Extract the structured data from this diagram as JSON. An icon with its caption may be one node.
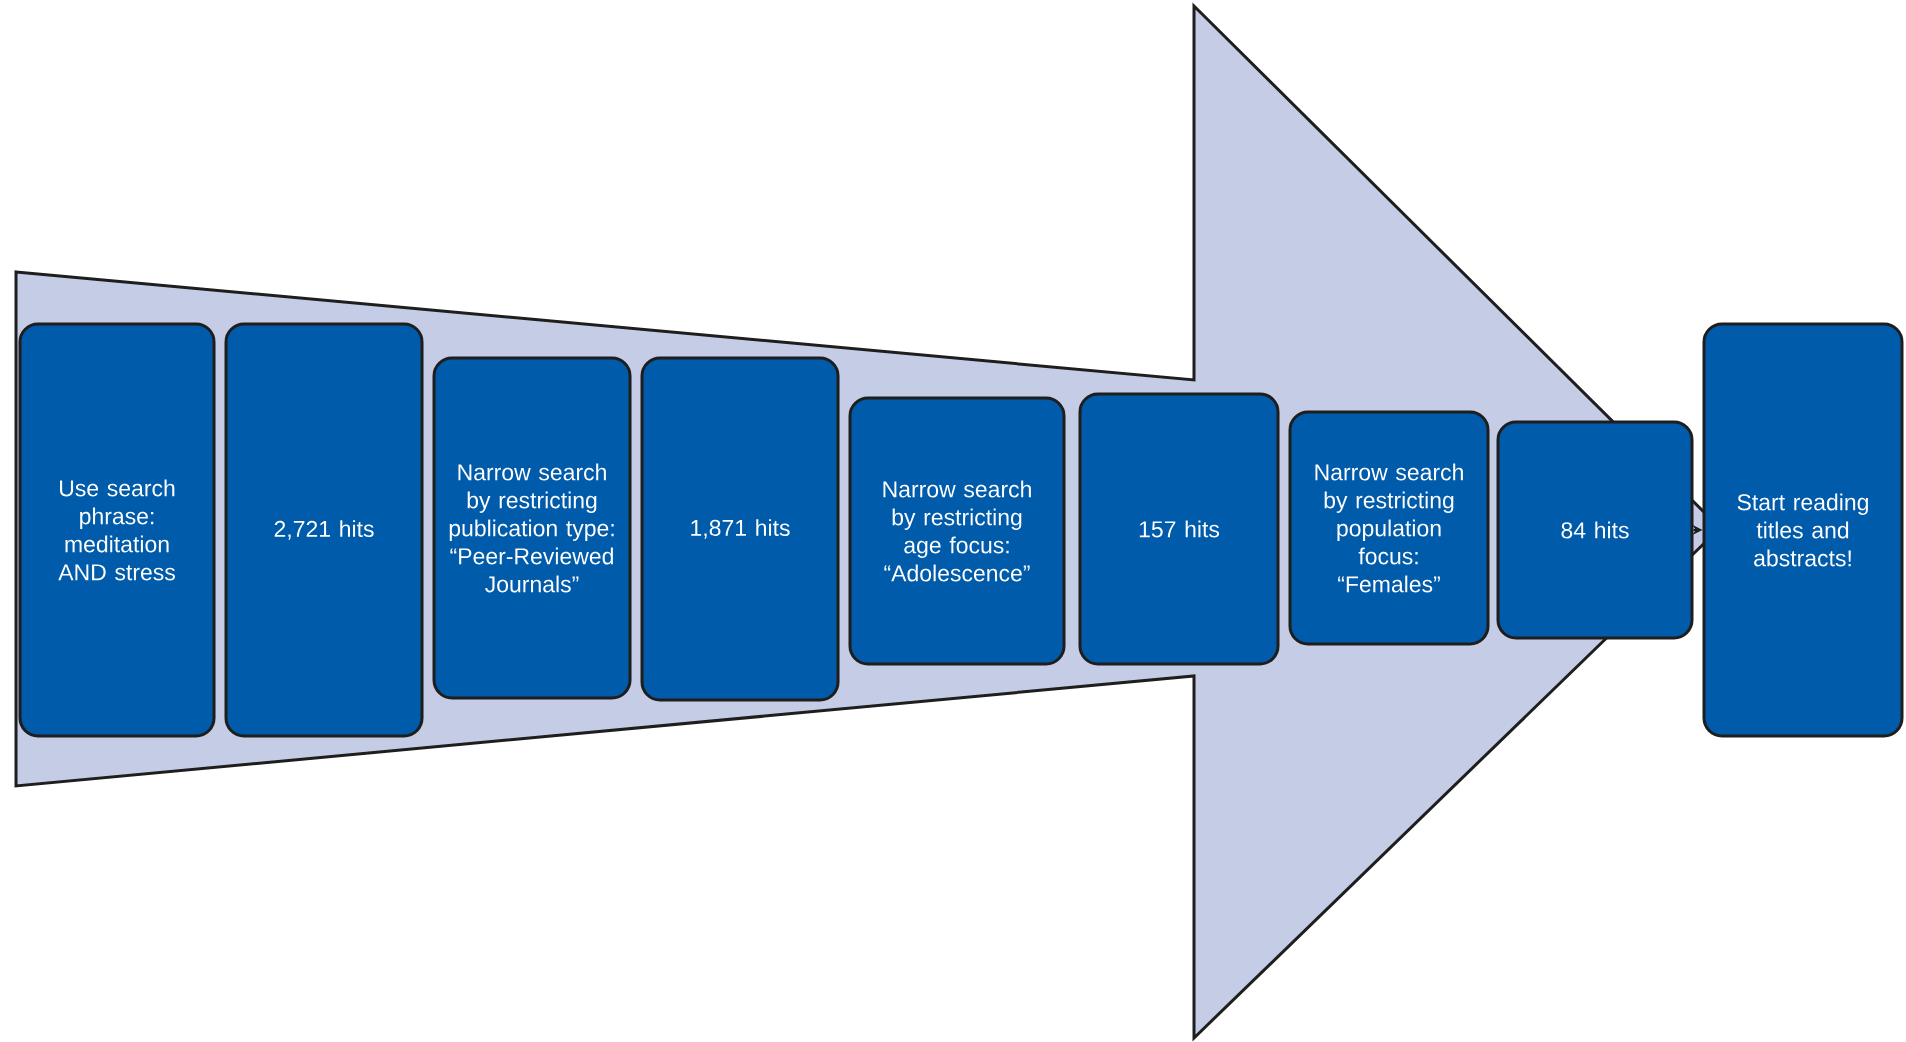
{
  "diagram": {
    "nodes": [
      {
        "text": [
          "Use search phrase: meditation AND stress"
        ]
      },
      {
        "text": [
          "2,721 hits"
        ]
      },
      {
        "text": [
          "Narrow search by restricting publication type: “Peer-Reviewed Journals”"
        ]
      },
      {
        "text": [
          "1,871 hits"
        ]
      },
      {
        "text": [
          "Narrow search by restricting age focus: “Adolescence”"
        ]
      },
      {
        "text": [
          "157 hits"
        ]
      },
      {
        "text": [
          "Narrow search by restricting population focus: “Females”"
        ]
      },
      {
        "text": [
          "84 hits"
        ]
      },
      {
        "text": [
          "Start reading titles and abstracts!"
        ]
      }
    ],
    "edges": [
      {
        "from": 0,
        "to": 8,
        "arrow": "to"
      },
      {
        "from": 7,
        "to": 8,
        "arrow": "to"
      }
    ]
  }
}
